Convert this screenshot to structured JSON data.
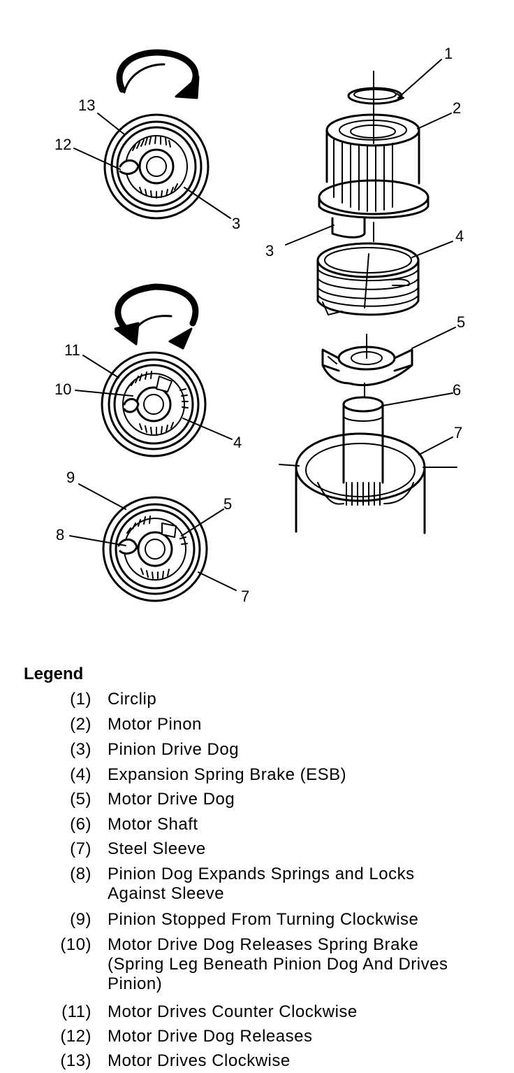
{
  "callouts": {
    "c1": "1",
    "c2": "2",
    "c3a": "3",
    "c3b": "3",
    "c4a": "4",
    "c4b": "4",
    "c5a": "5",
    "c5b": "5",
    "c6": "6",
    "c7a": "7",
    "c7b": "7",
    "c8": "8",
    "c9": "9",
    "c10": "10",
    "c11": "11",
    "c12": "12",
    "c13": "13"
  },
  "legend": {
    "title": "Legend",
    "items": [
      {
        "num": "(1)",
        "text": "Circlip"
      },
      {
        "num": "(2)",
        "text": "Motor Pinon"
      },
      {
        "num": "(3)",
        "text": "Pinion Drive Dog"
      },
      {
        "num": "(4)",
        "text": "Expansion Spring Brake (ESB)"
      },
      {
        "num": "(5)",
        "text": "Motor Drive Dog"
      },
      {
        "num": "(6)",
        "text": "Motor Shaft"
      },
      {
        "num": "(7)",
        "text": "Steel Sleeve"
      },
      {
        "num": "(8)",
        "text": "Pinion Dog Expands Springs and Locks Against Sleeve"
      },
      {
        "num": "(9)",
        "text": "Pinion Stopped From Turning Clockwise"
      },
      {
        "num": "(10)",
        "text": "Motor Drive Dog Releases Spring Brake (Spring Leg Beneath Pinion Dog And Drives Pinion)"
      },
      {
        "num": "(11)",
        "text": "Motor Drives Counter Clockwise"
      },
      {
        "num": "(12)",
        "text": "Motor Drive Dog Releases"
      },
      {
        "num": "(13)",
        "text": "Motor Drives Clockwise"
      }
    ]
  }
}
